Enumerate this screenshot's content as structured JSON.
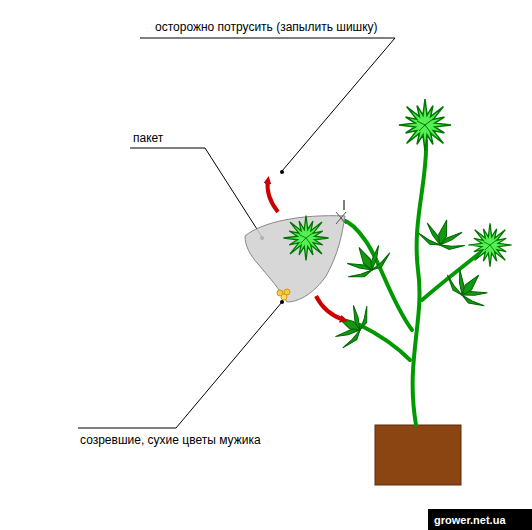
{
  "diagram": {
    "labels": [
      "осторожно потрусить (запылить шишку)",
      "пакет",
      "созревшие, сухие цветы мужика",
      "grower.net.ua"
    ]
  }
}
